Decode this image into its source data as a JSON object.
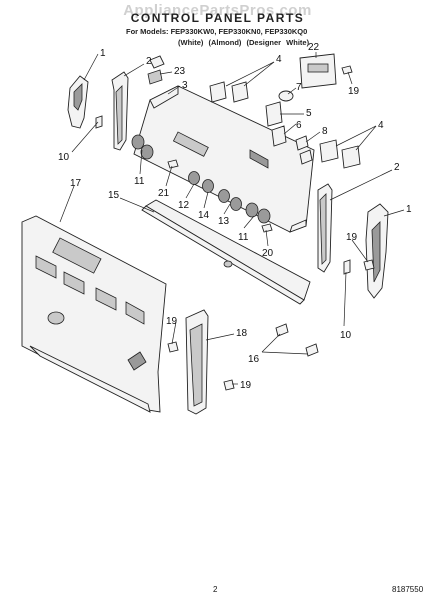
{
  "watermark": "AppliancePartsPros.com",
  "title": "CONTROL PANEL PARTS",
  "models_line": "For Models: FEP330KW0, FEP330KN0, FEP330KQ0",
  "colors_line": "(White) (Almond) (Designer White)",
  "page_number": "2",
  "document_number": "8187550",
  "callouts": [
    "1",
    "2",
    "23",
    "3",
    "4",
    "22",
    "19",
    "7",
    "5",
    "6",
    "8",
    "4",
    "10",
    "11",
    "21",
    "12",
    "14",
    "13",
    "11",
    "20",
    "2",
    "17",
    "15",
    "19",
    "1",
    "10",
    "19",
    "18",
    "16",
    "19"
  ]
}
